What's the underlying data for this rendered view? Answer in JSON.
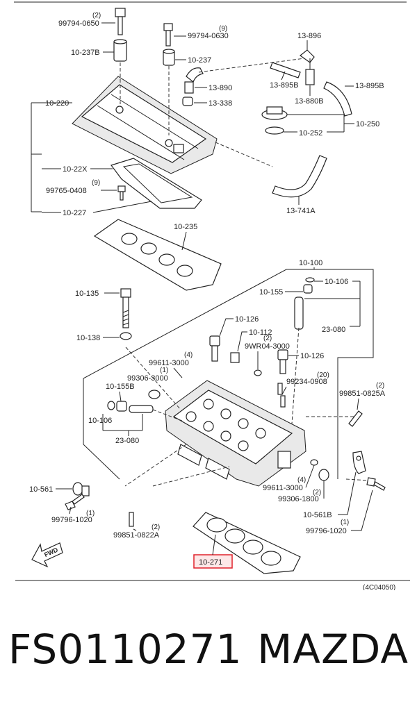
{
  "labels": {
    "l99794_0650": "99794-0650",
    "q99794_0650": "(2)",
    "l99794_0630": "99794-0630",
    "q99794_0630": "(9)",
    "l10_237b": "10-237B",
    "l10_237": "10-237",
    "l13_896": "13-896",
    "l13_895b_a": "13-895B",
    "l13_895b_b": "13-895B",
    "l13_880b": "13-880B",
    "l13_890": "13-890",
    "l13_338": "13-338",
    "l10_220": "10-220",
    "l10_250": "10-250",
    "l10_252": "10-252",
    "l10_22x": "10-22X",
    "l99765_0408": "99765-0408",
    "q99765_0408": "(9)",
    "l10_227": "10-227",
    "l13_741a": "13-741A",
    "l10_235": "10-235",
    "l10_100": "10-100",
    "l10_106_a": "10-106",
    "l10_155": "10-155",
    "l10_135": "10-135",
    "l10_126_a": "10-126",
    "l23_080_a": "23-080",
    "l10_112": "10-112",
    "l10_138": "10-138",
    "q9wr04": "(2)",
    "l9wr04": "9WR04-3000",
    "l10_126_b": "10-126",
    "q99611_top": "(4)",
    "l99611_top": "99611-3000",
    "q99306_top": "(1)",
    "l99306_top": "99306-3000",
    "q99234": "(20)",
    "l99234": "99234-0908",
    "l10_155b": "10-155B",
    "q99851_0825": "(2)",
    "l99851_0825": "99851-0825A",
    "l10_106_b": "10-106",
    "l23_080_b": "23-080",
    "l10_561": "10-561",
    "q99796_left": "(1)",
    "l99796_left": "99796-1020",
    "q99611_bot": "(4)",
    "l99611_bot": "99611-3000",
    "q99306_bot": "(2)",
    "l99306_bot": "99306-1800",
    "l10_561b": "10-561B",
    "q99796_right": "(1)",
    "l99796_right": "99796-1020",
    "q99851_0822": "(2)",
    "l99851_0822": "99851-0822A",
    "l10_271": "10-271",
    "fwd": "FWD",
    "fig_code": "(4C04050)"
  },
  "caption": {
    "part_number": "FS0110271",
    "brand": "MAZDA"
  },
  "colors": {
    "highlight": "#e0202a",
    "highlight_fill": "#fde8e8",
    "line": "#222222"
  }
}
